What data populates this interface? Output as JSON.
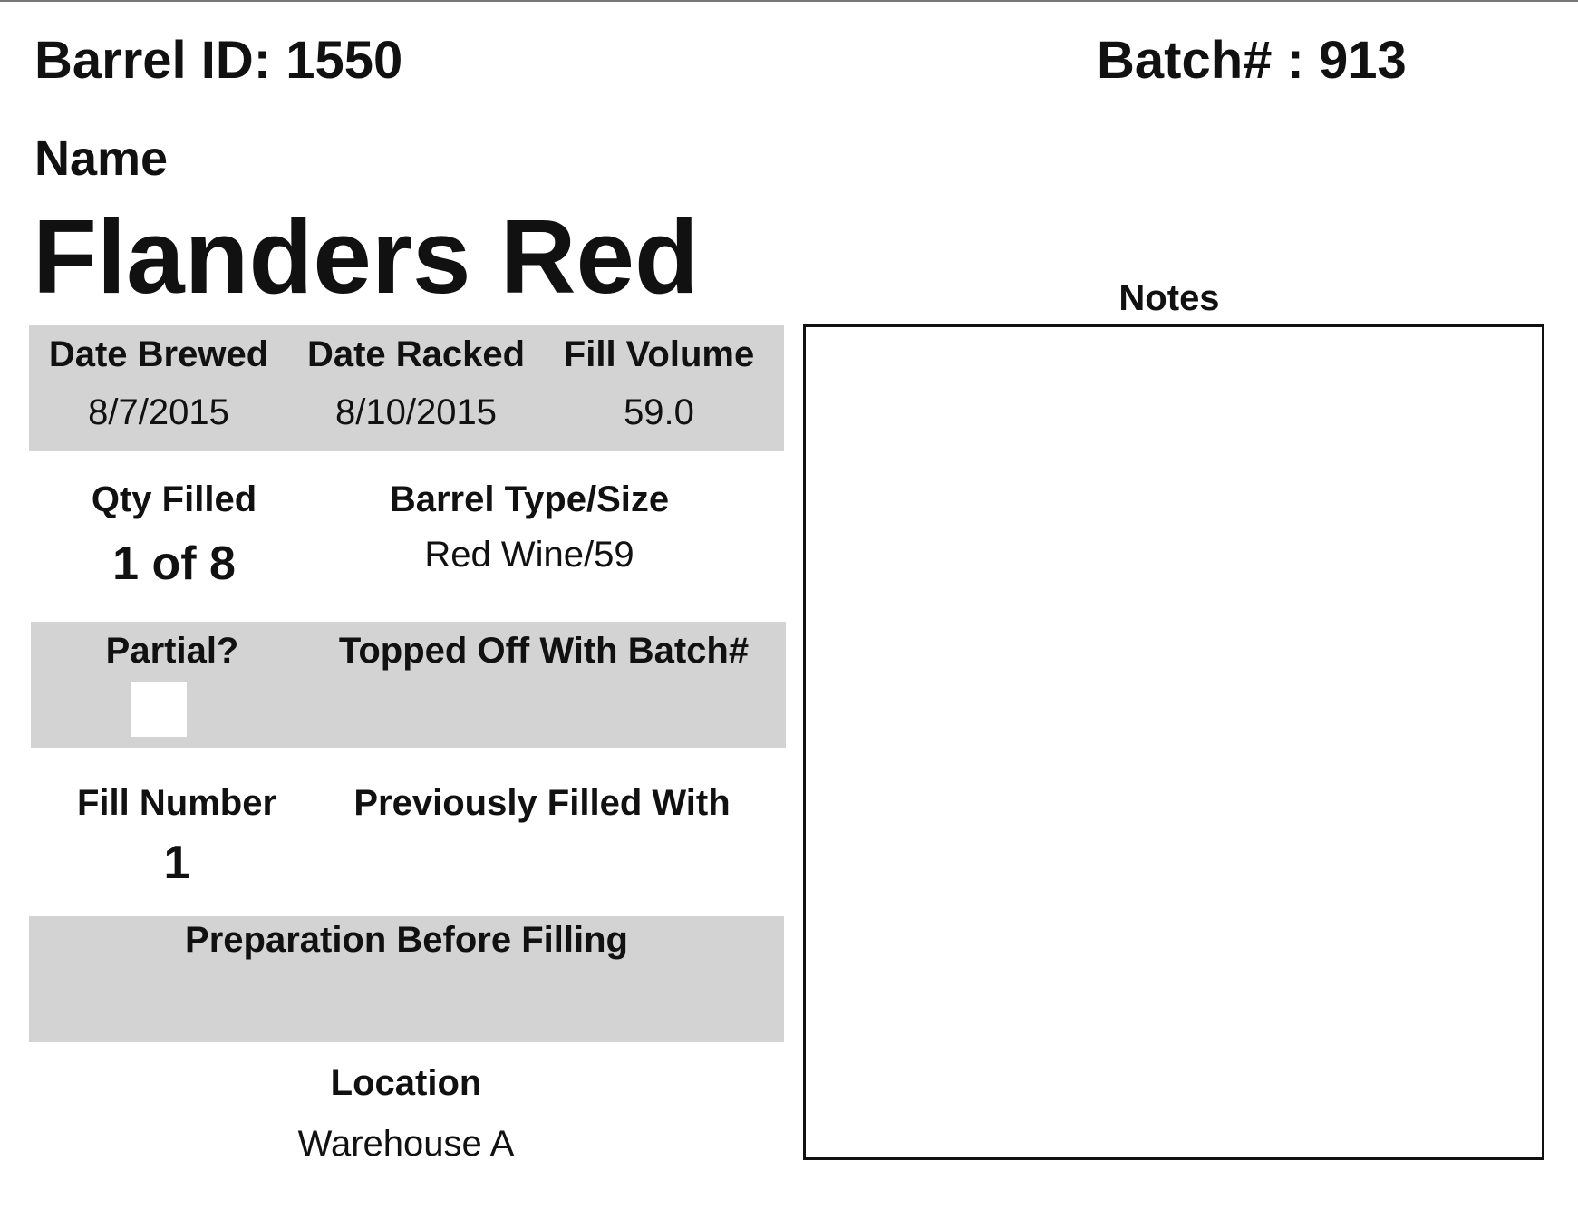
{
  "header": {
    "barrel_id": "Barrel ID: 1550",
    "batch": "Batch# : 913"
  },
  "name": {
    "label": "Name",
    "value": "Flanders Red"
  },
  "row1": {
    "date_brewed": {
      "label": "Date Brewed",
      "value": "8/7/2015"
    },
    "date_racked": {
      "label": "Date Racked",
      "value": "8/10/2015"
    },
    "fill_volume": {
      "label": "Fill Volume",
      "value": "59.0"
    }
  },
  "row2": {
    "qty_filled": {
      "label": "Qty Filled",
      "value": "1 of 8"
    },
    "barrel_type": {
      "label": "Barrel Type/Size",
      "value": "Red Wine/59"
    }
  },
  "row3": {
    "partial": {
      "label": "Partial?",
      "checked": false
    },
    "topped_off": {
      "label": "Topped Off With Batch#",
      "value": ""
    }
  },
  "row4": {
    "fill_number": {
      "label": "Fill Number",
      "value": "1"
    },
    "previously_filled": {
      "label": "Previously Filled With",
      "value": ""
    }
  },
  "row5": {
    "preparation": {
      "label": "Preparation Before Filling",
      "value": ""
    }
  },
  "row6": {
    "location": {
      "label": "Location",
      "value": "Warehouse A"
    }
  },
  "notes": {
    "label": "Notes",
    "value": ""
  },
  "colors": {
    "band_gray": "#d3d3d3",
    "text": "#111111"
  }
}
